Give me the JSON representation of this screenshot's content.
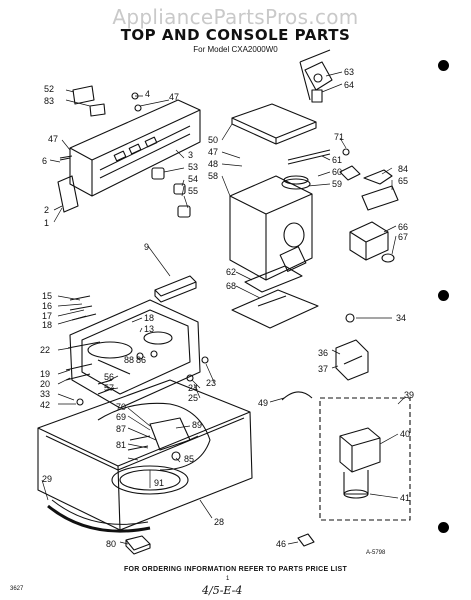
{
  "watermark": "AppliancePartsPros.com",
  "title": "TOP AND CONSOLE PARTS",
  "subtitle": "For Model CXA2000W0",
  "footer": "FOR ORDERING INFORMATION REFER TO PARTS PRICE LIST",
  "drawing_code": "A-5798",
  "doc_code": "3627",
  "handwritten_note": "4/5-E-4",
  "page_mark": "1",
  "callouts": [
    "52",
    "83",
    "4",
    "47",
    "47",
    "6",
    "3",
    "53",
    "54",
    "55",
    "2",
    "1",
    "50",
    "47",
    "48",
    "58",
    "61",
    "60",
    "59",
    "63",
    "64",
    "71",
    "84",
    "65",
    "66",
    "67",
    "9",
    "62",
    "68",
    "15",
    "16",
    "17",
    "18",
    "18",
    "13",
    "22",
    "88",
    "86",
    "19",
    "20",
    "56",
    "57",
    "33",
    "42",
    "24",
    "25",
    "23",
    "34",
    "36",
    "37",
    "49",
    "39",
    "40",
    "41",
    "70",
    "69",
    "87",
    "89",
    "81",
    "85",
    "91",
    "29",
    "28",
    "80",
    "46"
  ]
}
